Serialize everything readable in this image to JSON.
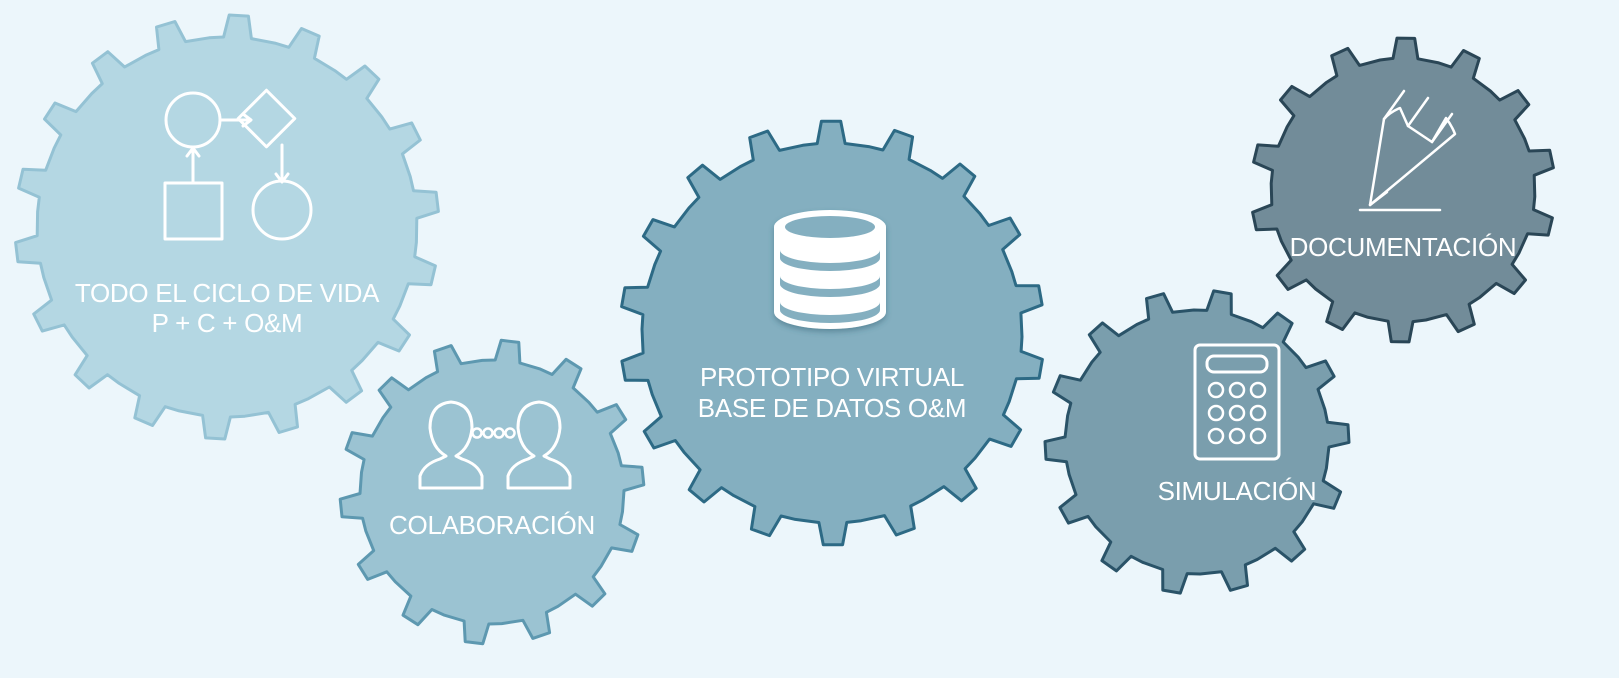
{
  "diagram": {
    "background": "#ecf6fb",
    "gears": [
      {
        "id": "lifecycle",
        "lines": [
          "TODO EL CICLO DE VIDA",
          "P + C + O&M"
        ],
        "icon": "flowchart-icon",
        "fill": "#b4d7e3",
        "stroke": "#94c2d4"
      },
      {
        "id": "collaboration",
        "lines": [
          "COLABORACIÓN"
        ],
        "icon": "people-link-icon",
        "fill": "#9bc3d2",
        "stroke": "#5d98b0"
      },
      {
        "id": "prototype",
        "lines": [
          "PROTOTIPO VIRTUAL",
          "BASE DE DATOS O&M"
        ],
        "icon": "database-icon",
        "fill": "#84afc0",
        "stroke": "#2d6a85"
      },
      {
        "id": "simulation",
        "lines": [
          "SIMULACIÓN"
        ],
        "icon": "calculator-icon",
        "fill": "#7a9ead",
        "stroke": "#2a5368"
      },
      {
        "id": "documentation",
        "lines": [
          "DOCUMENTACIÓN"
        ],
        "icon": "pencil-icon",
        "fill": "#728c99",
        "stroke": "#2a4656"
      }
    ]
  }
}
